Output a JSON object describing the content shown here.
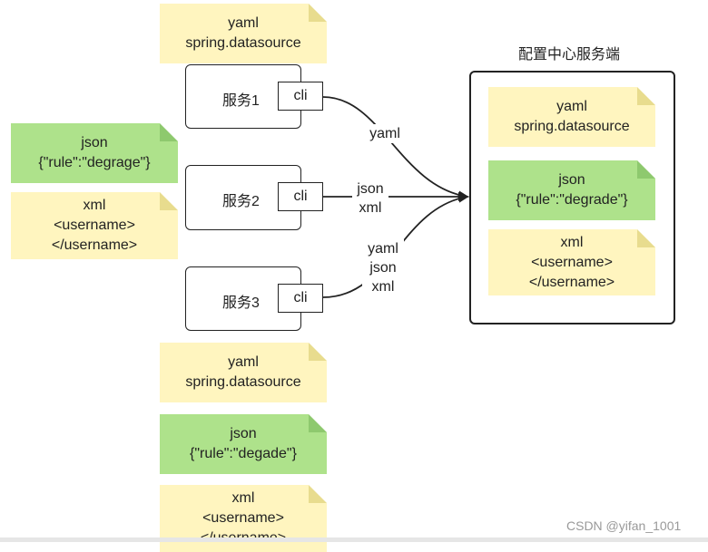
{
  "server": {
    "title": "配置中心服务端"
  },
  "services": [
    {
      "label": "服务1",
      "cli": "cli"
    },
    {
      "label": "服务2",
      "cli": "cli"
    },
    {
      "label": "服务3",
      "cli": "cli"
    }
  ],
  "edges": {
    "e1": [
      "yaml"
    ],
    "e2": [
      "json",
      "xml"
    ],
    "e3": [
      "yaml",
      "json",
      "xml"
    ]
  },
  "notes": {
    "top_yaml": [
      "yaml",
      "spring.datasource"
    ],
    "left_json": [
      "json",
      "{\"rule\":\"degrage\"}"
    ],
    "left_xml": [
      "xml",
      "<username>",
      "</username>"
    ],
    "srv_yaml": [
      "yaml",
      "spring.datasource"
    ],
    "srv_json": [
      "json",
      "{\"rule\":\"degrade\"}"
    ],
    "srv_xml": [
      "xml",
      "<username>",
      "</username>"
    ],
    "bot_yaml": [
      "yaml",
      "spring.datasource"
    ],
    "bot_json": [
      "json",
      "{\"rule\":\"degade\"}"
    ],
    "bot_xml": [
      "xml",
      "<username>",
      "</username>"
    ]
  },
  "colors": {
    "yellow_note": "#fff5bf",
    "green_note": "#aee28b",
    "line": "#222222"
  },
  "watermark": "CSDN @yifan_1001"
}
